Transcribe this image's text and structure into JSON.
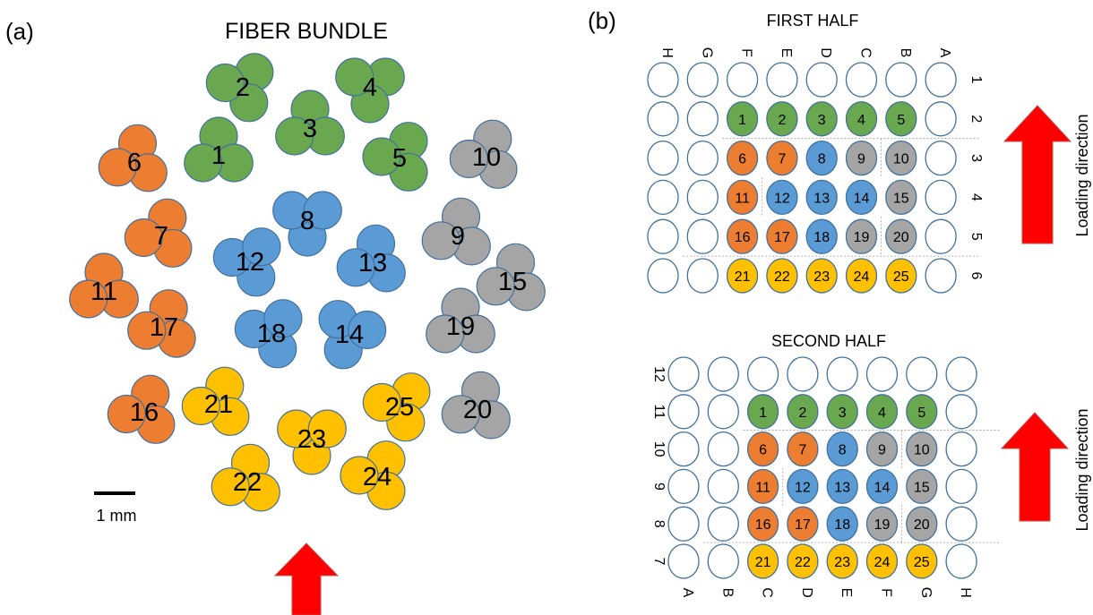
{
  "panel_a": {
    "tag": "(a)",
    "title": "FIBER BUNDLE",
    "scale_label": "1 mm",
    "clusters": [
      {
        "n": "1",
        "group": "green"
      },
      {
        "n": "2",
        "group": "green"
      },
      {
        "n": "3",
        "group": "green"
      },
      {
        "n": "4",
        "group": "green"
      },
      {
        "n": "5",
        "group": "green"
      },
      {
        "n": "6",
        "group": "orange"
      },
      {
        "n": "7",
        "group": "orange"
      },
      {
        "n": "11",
        "group": "orange"
      },
      {
        "n": "16",
        "group": "orange"
      },
      {
        "n": "17",
        "group": "orange"
      },
      {
        "n": "8",
        "group": "blue"
      },
      {
        "n": "12",
        "group": "blue"
      },
      {
        "n": "13",
        "group": "blue"
      },
      {
        "n": "14",
        "group": "blue"
      },
      {
        "n": "18",
        "group": "blue"
      },
      {
        "n": "9",
        "group": "gray"
      },
      {
        "n": "10",
        "group": "gray"
      },
      {
        "n": "15",
        "group": "gray"
      },
      {
        "n": "19",
        "group": "gray"
      },
      {
        "n": "20",
        "group": "gray"
      },
      {
        "n": "21",
        "group": "yellow"
      },
      {
        "n": "22",
        "group": "yellow"
      },
      {
        "n": "23",
        "group": "yellow"
      },
      {
        "n": "24",
        "group": "yellow"
      },
      {
        "n": "25",
        "group": "yellow"
      }
    ]
  },
  "panel_b": {
    "tag": "(b)",
    "first": {
      "title": "FIRST HALF",
      "col_labels": [
        "H",
        "G",
        "F",
        "E",
        "D",
        "C",
        "B",
        "A"
      ],
      "row_labels": [
        "1",
        "2",
        "3",
        "4",
        "5",
        "6"
      ],
      "side_label": "Loading direction"
    },
    "second": {
      "title": "SECOND HALF",
      "col_labels": [
        "A",
        "B",
        "C",
        "D",
        "E",
        "F",
        "G",
        "H"
      ],
      "row_labels": [
        "12",
        "11",
        "10",
        "9",
        "8",
        "7"
      ],
      "side_label": "Loading direction"
    },
    "wells": [
      [
        "",
        "",
        "",
        "",
        "",
        "",
        "",
        ""
      ],
      [
        "",
        "",
        "1",
        "2",
        "3",
        "4",
        "5",
        ""
      ],
      [
        "",
        "",
        "6",
        "7",
        "8",
        "9",
        "10",
        ""
      ],
      [
        "",
        "",
        "11",
        "12",
        "13",
        "14",
        "15",
        ""
      ],
      [
        "",
        "",
        "16",
        "17",
        "18",
        "19",
        "20",
        ""
      ],
      [
        "",
        "",
        "21",
        "22",
        "23",
        "24",
        "25",
        ""
      ]
    ]
  },
  "colors": {
    "green": "#6aa84f",
    "orange": "#ed7d31",
    "blue": "#5b9bd5",
    "gray": "#a5a5a5",
    "yellow": "#ffc000",
    "stroke": "#41719c",
    "arrow": "#ff0000"
  },
  "group_of": {
    "1": "green",
    "2": "green",
    "3": "green",
    "4": "green",
    "5": "green",
    "6": "orange",
    "7": "orange",
    "11": "orange",
    "16": "orange",
    "17": "orange",
    "8": "blue",
    "12": "blue",
    "13": "blue",
    "14": "blue",
    "18": "blue",
    "9": "gray",
    "10": "gray",
    "15": "gray",
    "19": "gray",
    "20": "gray",
    "21": "yellow",
    "22": "yellow",
    "23": "yellow",
    "24": "yellow",
    "25": "yellow"
  }
}
